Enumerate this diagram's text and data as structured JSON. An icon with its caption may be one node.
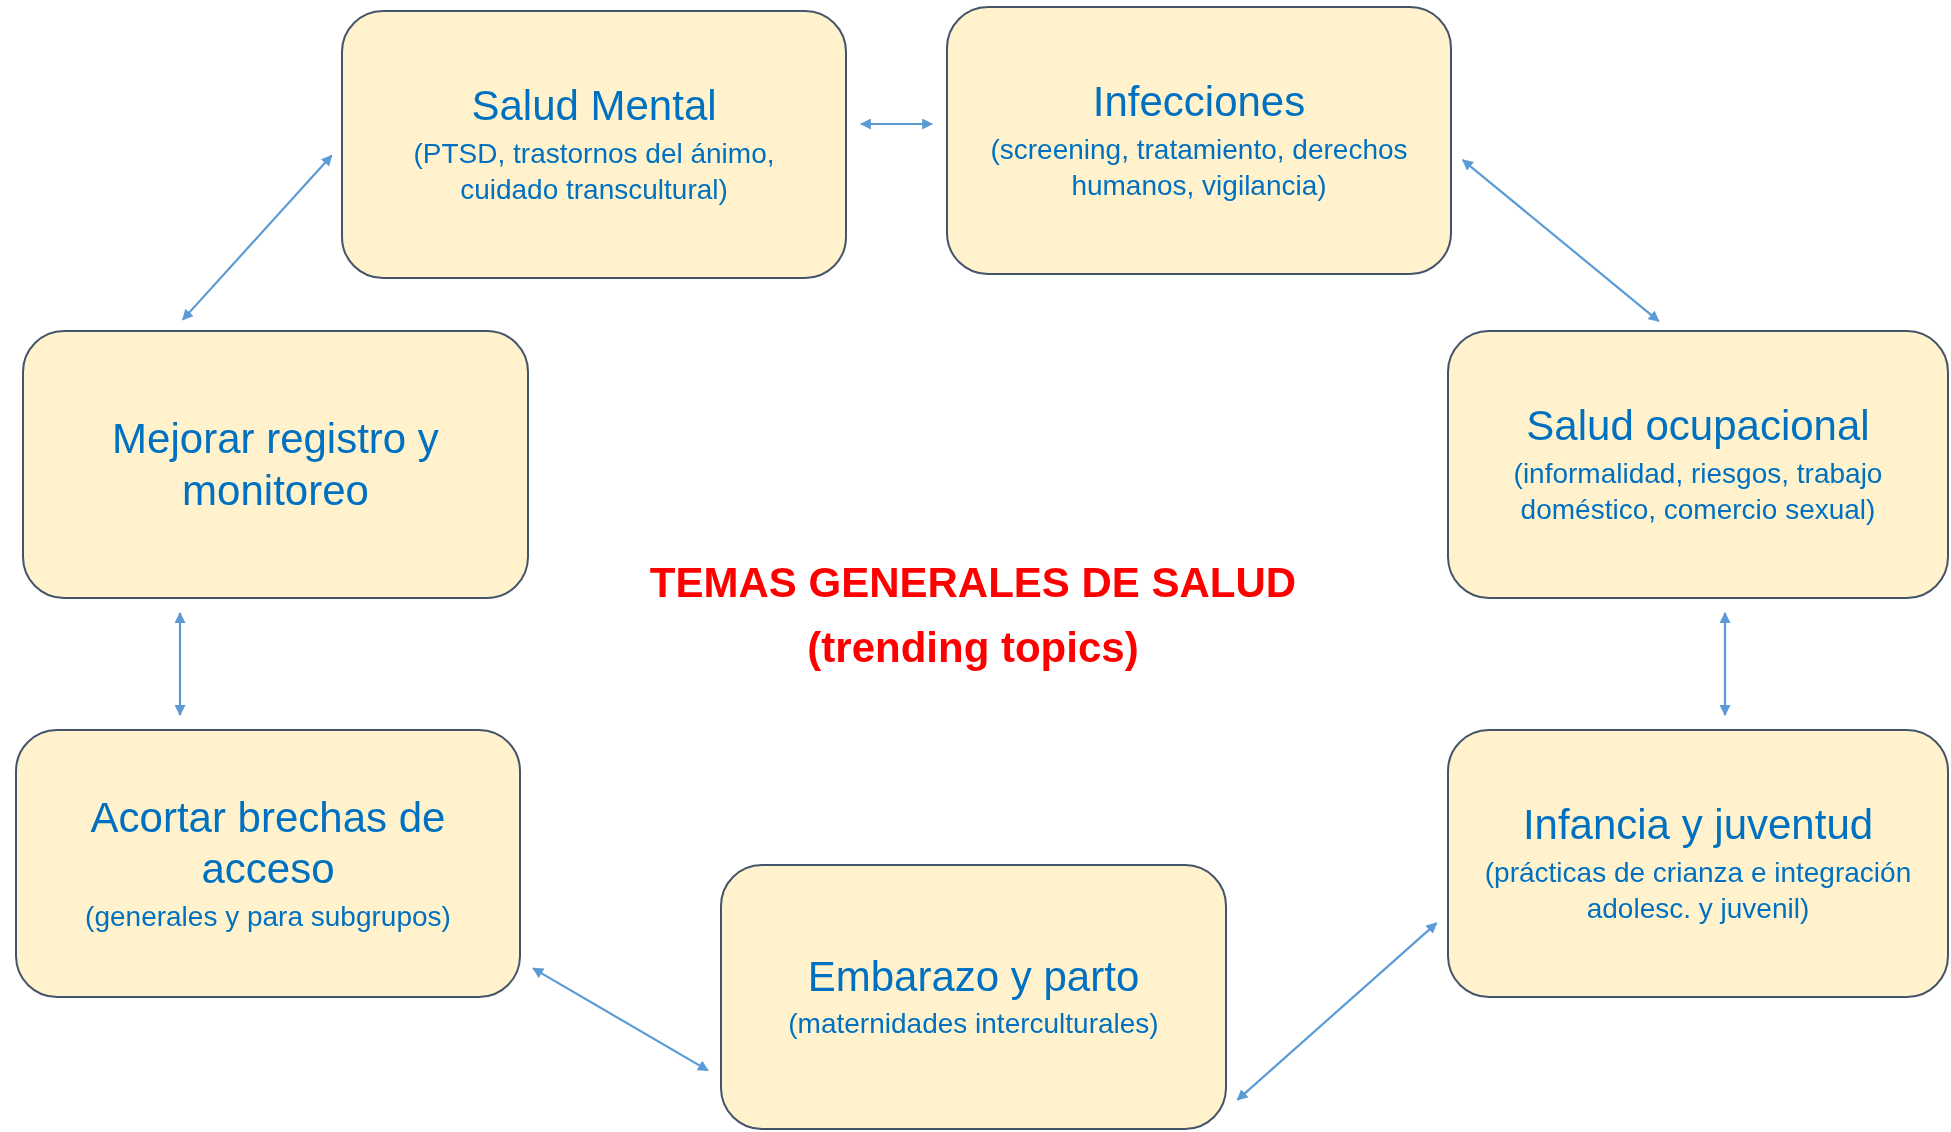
{
  "diagram": {
    "title": "TEMAS GENERALES DE SALUD (trending topics)",
    "nodes": [
      {
        "text": [
          "Salud Mental",
          "(PTSD, trastornos del ánimo, cuidado transcultural)"
        ]
      },
      {
        "text": [
          "Infecciones",
          "(screening, tratamiento, derechos humanos, vigilancia)"
        ]
      },
      {
        "text": [
          "Salud ocupacional",
          "(informalidad, riesgos, trabajo doméstico, comercio sexual)"
        ]
      },
      {
        "text": [
          "Infancia y juventud",
          "(prácticas de crianza e integración adolesc. y juvenil)"
        ]
      },
      {
        "text": [
          "Embarazo y parto",
          "(maternidades interculturales)"
        ]
      },
      {
        "text": [
          "Acortar brechas de acceso",
          "(generales y para subgrupos)"
        ]
      },
      {
        "text": [
          "Mejorar registro y monitoreo"
        ]
      }
    ],
    "edges": [
      {
        "from": 0,
        "to": 1,
        "arrow": "both"
      },
      {
        "from": 1,
        "to": 2,
        "arrow": "both"
      },
      {
        "from": 2,
        "to": 3,
        "arrow": "both"
      },
      {
        "from": 3,
        "to": 4,
        "arrow": "both"
      },
      {
        "from": 4,
        "to": 5,
        "arrow": "both"
      },
      {
        "from": 5,
        "to": 6,
        "arrow": "both"
      },
      {
        "from": 6,
        "to": 0,
        "arrow": "both"
      }
    ]
  }
}
